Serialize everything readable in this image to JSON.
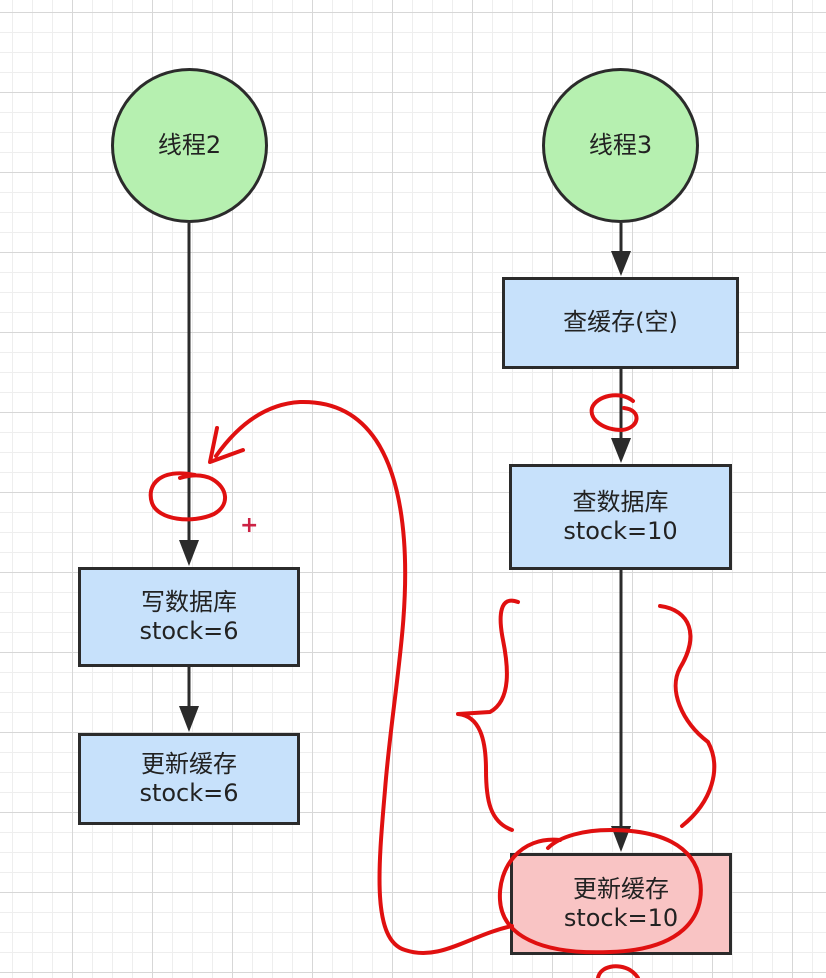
{
  "colors": {
    "circle_fill": "#b6f0b0",
    "box_fill": "#c7e1fb",
    "highlight_fill": "#f9c4c4",
    "border": "#2b2b2b",
    "arrow": "#2b2b2b",
    "annotation": "#e01010"
  },
  "threads": {
    "left": {
      "label": "线程2",
      "write_db": {
        "line1": "写数据库",
        "line2": "stock=6"
      },
      "update_cache": {
        "line1": "更新缓存",
        "line2": "stock=6"
      }
    },
    "right": {
      "label": "线程3",
      "query_cache": {
        "line1": "查缓存(空)"
      },
      "query_db": {
        "line1": "查数据库",
        "line2": "stock=10"
      },
      "update_cache": {
        "line1": "更新缓存",
        "line2": "stock=10"
      }
    }
  },
  "annotation": {
    "cursor": "+"
  }
}
